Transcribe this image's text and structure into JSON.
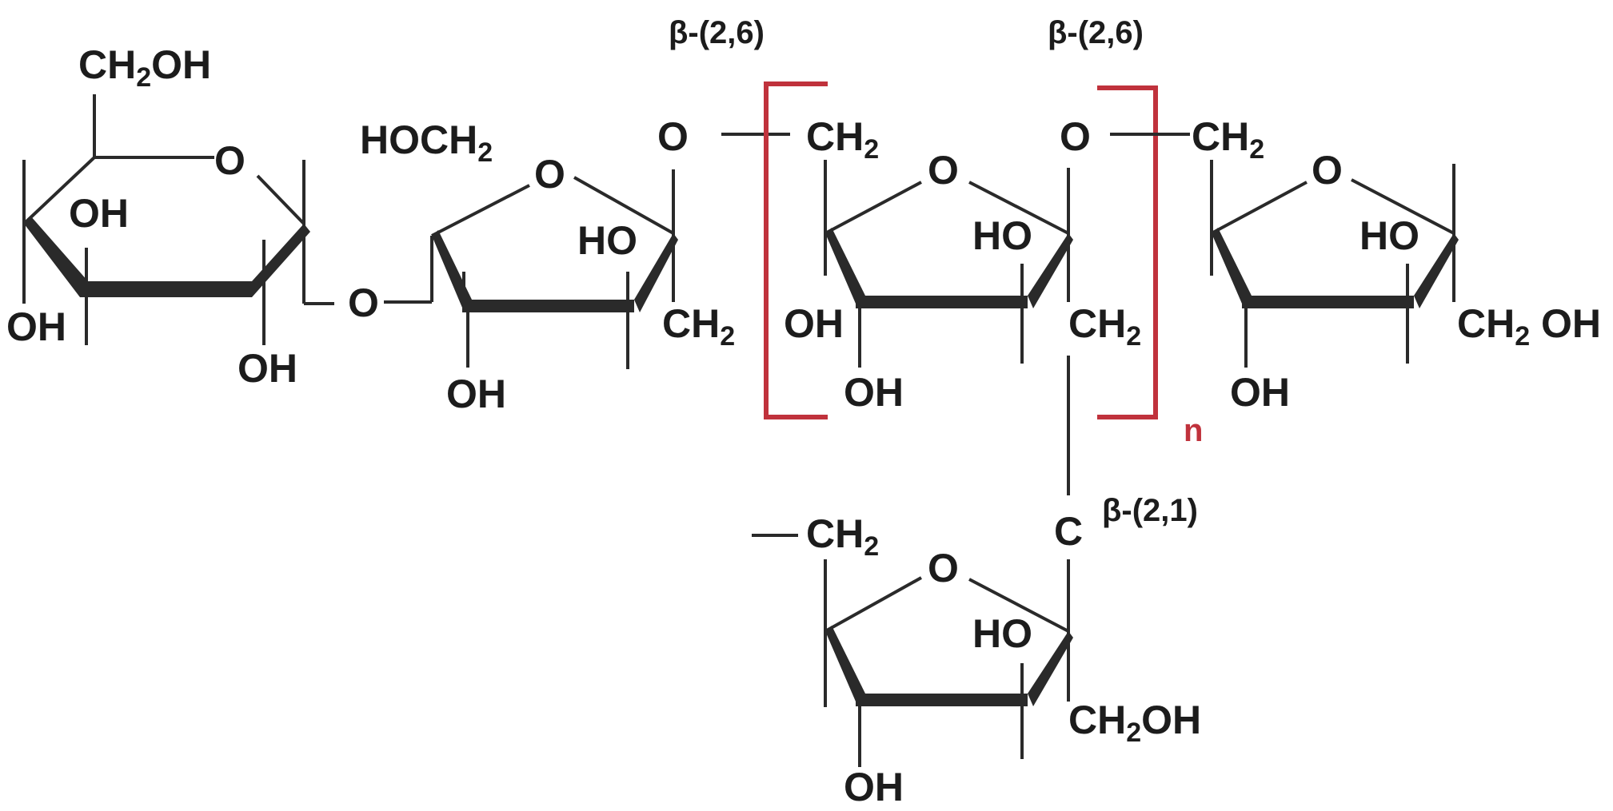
{
  "linkages": {
    "beta_2_6_first": "β-(2,6)",
    "beta_2_6_second": "β-(2,6)",
    "beta_2_1": "β-(2,1)"
  },
  "repeat_unit": {
    "subscript": "n",
    "bracket_color": "#c0323c"
  },
  "glucose": {
    "ch2oh_prefix": "CH",
    "ch2oh_sub": "2",
    "ch2oh_suffix": "OH",
    "ring_o": "O",
    "oh_inner": "OH",
    "oh_left": "OH",
    "oh_bottom": "OH"
  },
  "glycosidic_o": "O",
  "fructose_1": {
    "hoch2_prefix": "HOCH",
    "hoch2_sub": "2",
    "ring_o": "O",
    "ho": "HO",
    "oh_bottom": "OH",
    "ch2_prefix": "CH",
    "ch2_sub": "2",
    "link_o": "O"
  },
  "fructose_repeat": {
    "ch2_top_prefix": "CH",
    "ch2_top_sub": "2",
    "ring_o": "O",
    "ho": "HO",
    "oh_left": "OH",
    "oh_bottom": "OH",
    "ch2_right_prefix": "CH",
    "ch2_right_sub": "2",
    "link_o": "O"
  },
  "fructose_end": {
    "ch2_top_prefix": "CH",
    "ch2_top_sub": "2",
    "ring_o": "O",
    "ho": "HO",
    "oh_bottom": "OH",
    "ch2oh_prefix": "CH",
    "ch2oh_sub": "2",
    "ch2oh_suffix": " OH"
  },
  "fructose_branch": {
    "c_label": "C",
    "ch2_top_prefix": "CH",
    "ch2_top_sub": "2",
    "ring_o": "O",
    "ho": "HO",
    "oh_bottom": "OH",
    "ch2oh_prefix": "CH",
    "ch2oh_sub": "2",
    "ch2oh_suffix": "OH"
  }
}
